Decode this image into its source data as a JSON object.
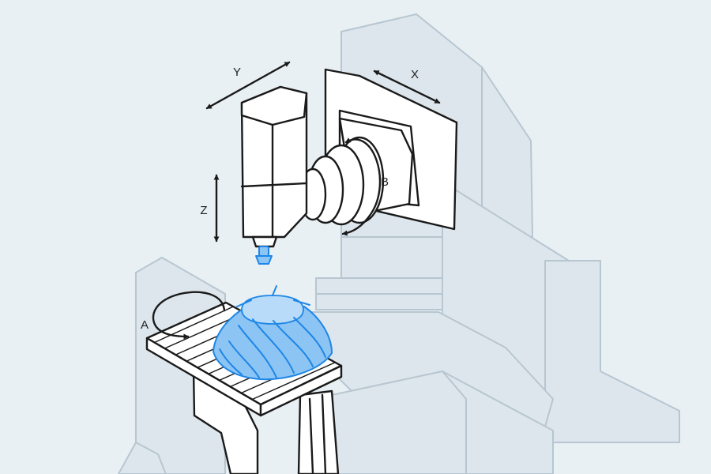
{
  "diagram": {
    "axis_labels": {
      "x": "X",
      "y": "Y",
      "z": "Z",
      "a": "A",
      "b": "B"
    },
    "colors": {
      "background": "#e9f0f4",
      "machine_frame": "#dde6ec",
      "frame_outline": "#b7c6d0",
      "part_outline": "#1a1a1a",
      "workpiece_blue": "#1e86e6",
      "workpiece_fill": "#8cc4f4"
    }
  }
}
